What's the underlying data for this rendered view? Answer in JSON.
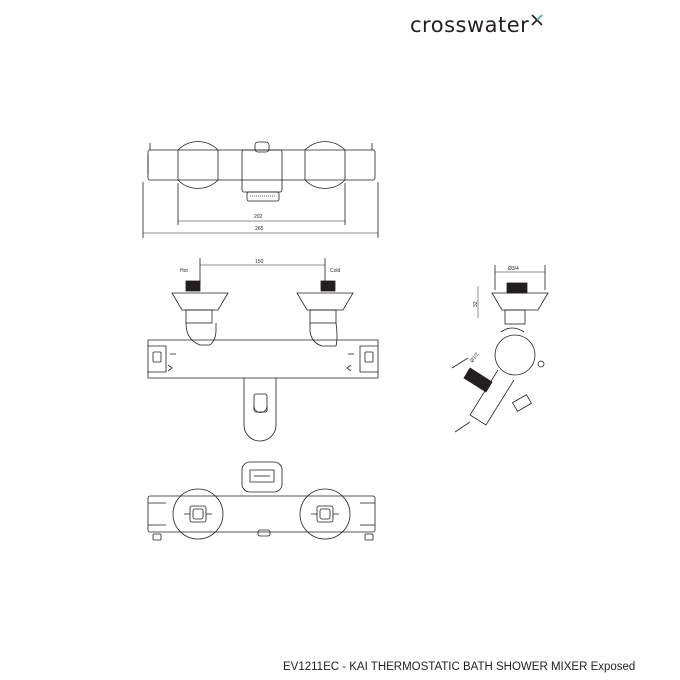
{
  "brand": {
    "name": "crosswater",
    "mark_icon": "x-mark-icon",
    "mark_color": "#4fa3c7"
  },
  "caption": {
    "product_code": "EV1211EC - KAI THERMOSTATIC BATH SHOWER MIXER",
    "variant": "Exposed"
  },
  "dimensions": {
    "top_overall": "265",
    "top_centres": "202",
    "front_centres": "150",
    "inlet_left": "Hot",
    "inlet_right": "Cold",
    "side_thread": "Ø3/4",
    "side_height": "32",
    "side_outlet": "Ø1/2"
  },
  "colors": {
    "line": "#231f20",
    "background": "#ffffff"
  }
}
